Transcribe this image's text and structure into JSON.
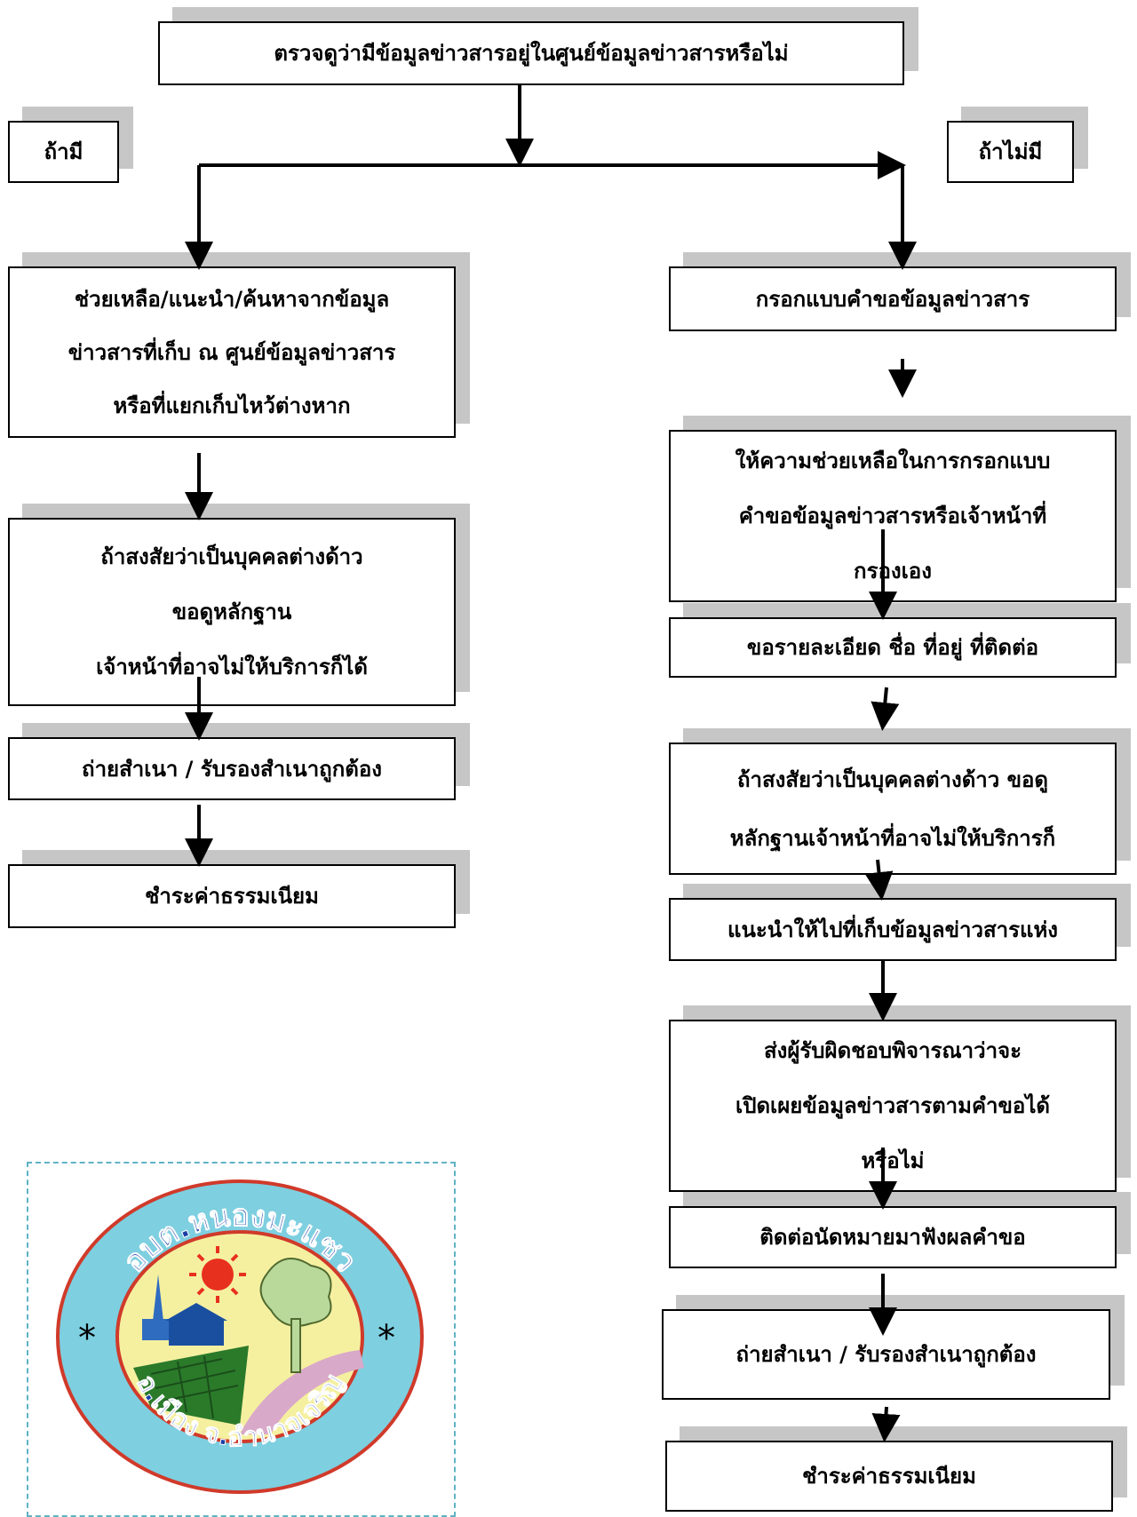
{
  "nodes": {
    "top": "ตรวจดูว่ามีข้อมูลข่าวสารอยู่ในศูนย์ข้อมูลข่าวสารหรือไม่",
    "label_yes": "ถ้ามี",
    "label_no": "ถ้าไม่มี",
    "left": {
      "help": [
        "ช่วยเหลือ/แนะนำ/ค้นหาจากข้อมูล",
        "ข่าวสารที่เก็บ ณ ศูนย์ข้อมูลข่าวสาร",
        "หรือที่แยกเก็บไหว้ต่างหาก"
      ],
      "foreigner": [
        "ถ้าสงสัยว่าเป็นบุคคลต่างด้าว",
        "ขอดูหลักฐาน",
        "เจ้าหน้าที่อาจไม่ให้บริการก็ได้"
      ],
      "copy": "ถ่ายสำเนา / รับรองสำเนาถูกต้อง",
      "fee": "ชำระค่าธรรมเนียม"
    },
    "right": {
      "form": "กรอกแบบคำขอข้อมูลข่าวสาร",
      "assist": [
        "ให้ความช่วยเหลือในการกรอกแบบ",
        "คำขอข้อมูลข่าวสารหรือเจ้าหน้าที่",
        "กรองเอง"
      ],
      "details": "ขอรายละเอียด ชื่อ ที่อยู่ ที่ติดต่อ",
      "foreigner": [
        "ถ้าสงสัยว่าเป็นบุคคลต่างด้าว ขอดู",
        "หลักฐานเจ้าหน้าที่อาจไม่ให้บริการก็"
      ],
      "refer": "แนะนำให้ไปที่เก็บข้อมูลข่าวสารแห่ง",
      "consider": [
        "ส่งผู้รับผิดชอบพิจารณาว่าจะ",
        "เปิดเผยข้อมูลข่าวสารตามคำขอได้",
        "หรือไม่"
      ],
      "appoint": "ติดต่อนัดหมายมาฟังผลคำขอ",
      "copy": "ถ่ายสำเนา / รับรองสำเนาถูกต้อง",
      "fee": "ชำระค่าธรรมเนียม"
    }
  },
  "logo": {
    "text_top": "อบต.หนองมะแซว",
    "text_bottom": "อ.เมือง จ.อำนาจเจริญ"
  },
  "colors": {
    "shadow": "#c6c6c6",
    "logo_ring": "#7ecfe0",
    "logo_inner": "#f5f0a0",
    "logo_border": "#d03a2a",
    "logo_frame": "#5fb3c4"
  }
}
